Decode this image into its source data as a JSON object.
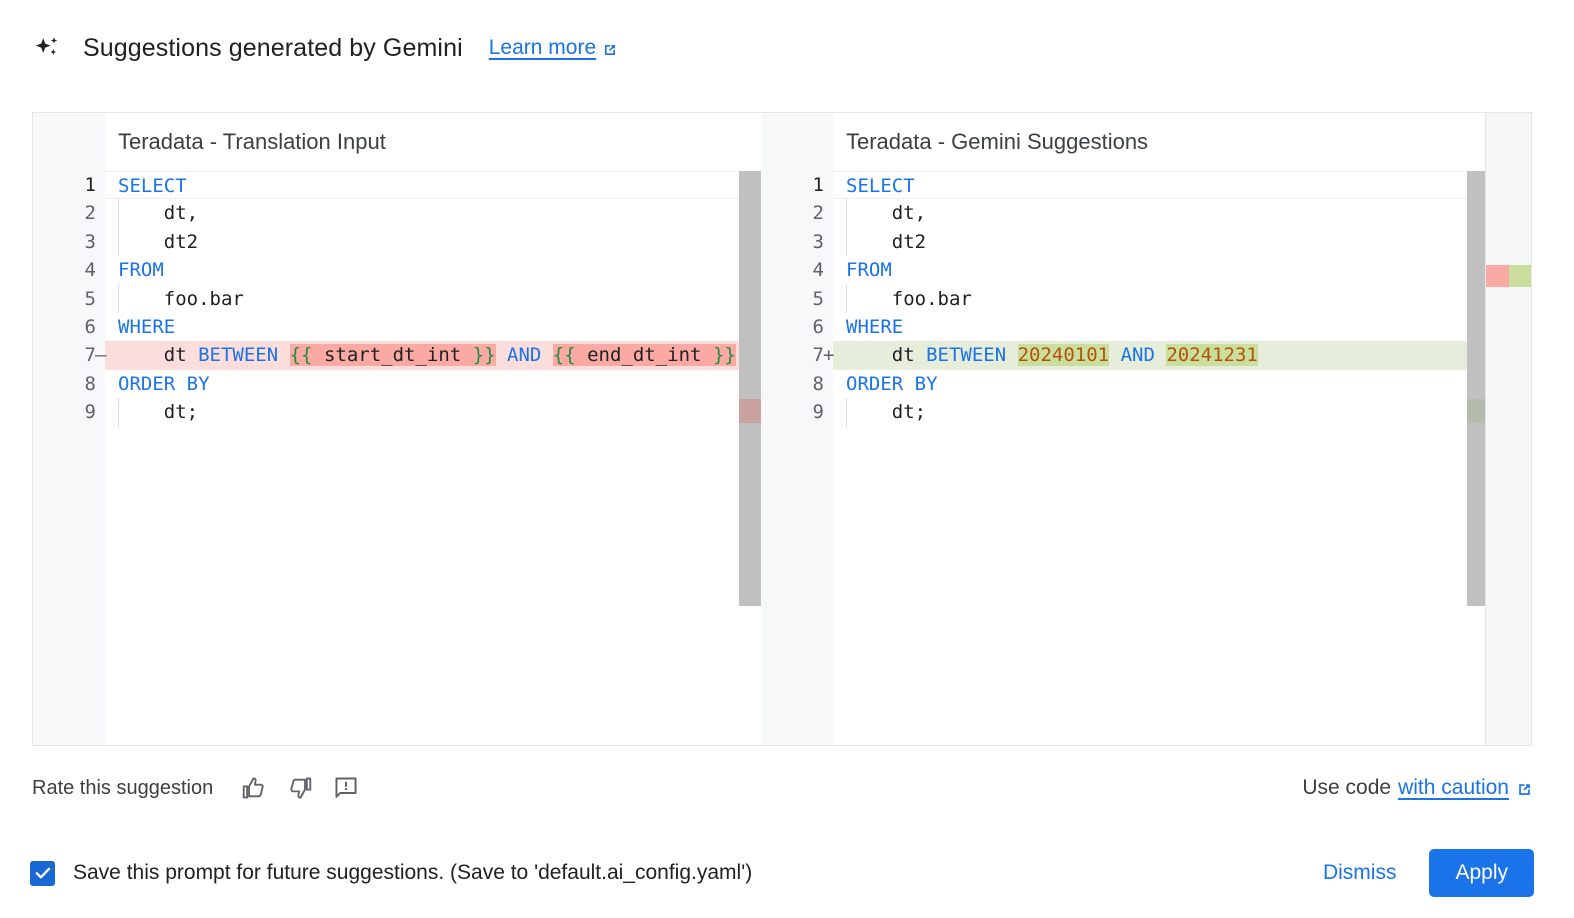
{
  "header": {
    "icon": "sparkle-icon",
    "title": "Suggestions generated by Gemini",
    "learn_more": "Learn more",
    "external_icon": "external-link-icon"
  },
  "diff": {
    "left": {
      "title": "Teradata - Translation Input",
      "lines": [
        {
          "num": "1",
          "sign": "",
          "type": "normal",
          "indented": false,
          "tokens": [
            {
              "t": "SELECT",
              "c": "kw"
            }
          ]
        },
        {
          "num": "2",
          "sign": "",
          "type": "normal",
          "indented": true,
          "tokens": [
            {
              "t": "    dt,",
              "c": "plain"
            }
          ]
        },
        {
          "num": "3",
          "sign": "",
          "type": "normal",
          "indented": true,
          "tokens": [
            {
              "t": "    dt2",
              "c": "plain"
            }
          ]
        },
        {
          "num": "4",
          "sign": "",
          "type": "normal",
          "indented": false,
          "tokens": [
            {
              "t": "FROM",
              "c": "kw"
            }
          ]
        },
        {
          "num": "5",
          "sign": "",
          "type": "normal",
          "indented": true,
          "tokens": [
            {
              "t": "    foo.bar",
              "c": "plain"
            }
          ]
        },
        {
          "num": "6",
          "sign": "",
          "type": "normal",
          "indented": false,
          "tokens": [
            {
              "t": "WHERE",
              "c": "kw"
            }
          ]
        },
        {
          "num": "7",
          "sign": "—",
          "type": "del",
          "indented": false,
          "tokens": [
            {
              "t": "    dt ",
              "c": "plain"
            },
            {
              "t": "BETWEEN",
              "c": "kw"
            },
            {
              "t": " ",
              "c": "plain"
            },
            {
              "t": "{{",
              "c": "brace",
              "hl": "del"
            },
            {
              "t": " start_dt_int ",
              "c": "plain",
              "hl": "del"
            },
            {
              "t": "}}",
              "c": "brace",
              "hl": "del"
            },
            {
              "t": " ",
              "c": "plain"
            },
            {
              "t": "AND",
              "c": "kw"
            },
            {
              "t": " ",
              "c": "plain"
            },
            {
              "t": "{{",
              "c": "brace",
              "hl": "del"
            },
            {
              "t": " end_dt_int ",
              "c": "plain",
              "hl": "del"
            },
            {
              "t": "}}",
              "c": "brace",
              "hl": "del"
            }
          ]
        },
        {
          "num": "8",
          "sign": "",
          "type": "normal",
          "indented": false,
          "tokens": [
            {
              "t": "ORDER BY",
              "c": "kw"
            }
          ]
        },
        {
          "num": "9",
          "sign": "",
          "type": "normal",
          "indented": true,
          "tokens": [
            {
              "t": "    dt;",
              "c": "plain"
            }
          ]
        }
      ]
    },
    "right": {
      "title": "Teradata - Gemini Suggestions",
      "lines": [
        {
          "num": "1",
          "sign": "",
          "type": "normal",
          "indented": false,
          "tokens": [
            {
              "t": "SELECT",
              "c": "kw"
            }
          ]
        },
        {
          "num": "2",
          "sign": "",
          "type": "normal",
          "indented": true,
          "tokens": [
            {
              "t": "    dt,",
              "c": "plain"
            }
          ]
        },
        {
          "num": "3",
          "sign": "",
          "type": "normal",
          "indented": true,
          "tokens": [
            {
              "t": "    dt2",
              "c": "plain"
            }
          ]
        },
        {
          "num": "4",
          "sign": "",
          "type": "normal",
          "indented": false,
          "tokens": [
            {
              "t": "FROM",
              "c": "kw"
            }
          ]
        },
        {
          "num": "5",
          "sign": "",
          "type": "normal",
          "indented": true,
          "tokens": [
            {
              "t": "    foo.bar",
              "c": "plain"
            }
          ]
        },
        {
          "num": "6",
          "sign": "",
          "type": "normal",
          "indented": false,
          "tokens": [
            {
              "t": "WHERE",
              "c": "kw"
            }
          ]
        },
        {
          "num": "7",
          "sign": "+",
          "type": "add",
          "indented": false,
          "tokens": [
            {
              "t": "    dt ",
              "c": "plain"
            },
            {
              "t": "BETWEEN",
              "c": "kw"
            },
            {
              "t": " ",
              "c": "plain"
            },
            {
              "t": "20240101",
              "c": "num",
              "hl": "add"
            },
            {
              "t": " ",
              "c": "plain"
            },
            {
              "t": "AND",
              "c": "kw"
            },
            {
              "t": " ",
              "c": "plain"
            },
            {
              "t": "20241231",
              "c": "num",
              "hl": "add"
            }
          ]
        },
        {
          "num": "8",
          "sign": "",
          "type": "normal",
          "indented": false,
          "tokens": [
            {
              "t": "ORDER BY",
              "c": "kw"
            }
          ]
        },
        {
          "num": "9",
          "sign": "",
          "type": "normal",
          "indented": true,
          "tokens": [
            {
              "t": "    dt;",
              "c": "plain"
            }
          ]
        }
      ]
    }
  },
  "rate": {
    "label": "Rate this suggestion",
    "thumb_up_icon": "thumb-up-icon",
    "thumb_down_icon": "thumb-down-icon",
    "report_icon": "report-icon",
    "use_code_prefix": "Use code",
    "use_code_link": "with caution",
    "external_icon": "external-link-icon"
  },
  "footer": {
    "checkbox_checked": true,
    "checkbox_label": "Save this prompt for future suggestions. (Save to 'default.ai_config.yaml')",
    "dismiss_label": "Dismiss",
    "apply_label": "Apply"
  },
  "colors": {
    "accent": "#1a73e8",
    "apply_bg": "#1a73e8",
    "checkbox_bg": "#1967d2",
    "diff_del_line": "#fbdedc",
    "diff_del_word": "#fba9a3",
    "diff_add_line": "#e6eedb",
    "diff_add_word": "#cadf9d",
    "keyword": "#1a73e8",
    "number": "#b35309",
    "brace": "#1e8e3e",
    "gutter_bg": "#f7f8f9",
    "scrollbar": "#c0c0c0"
  }
}
